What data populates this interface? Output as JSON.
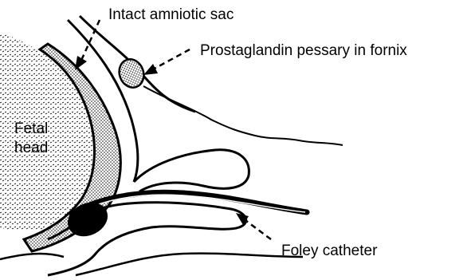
{
  "labels": {
    "amniotic_sac": "Intact amniotic sac",
    "pessary": "Prostaglandin pessary in fornix",
    "fetal_head_line1": "Fetal",
    "fetal_head_line2": "head",
    "foley": "Foley catheter"
  },
  "colors": {
    "ink": "#000000",
    "background": "#ffffff"
  }
}
